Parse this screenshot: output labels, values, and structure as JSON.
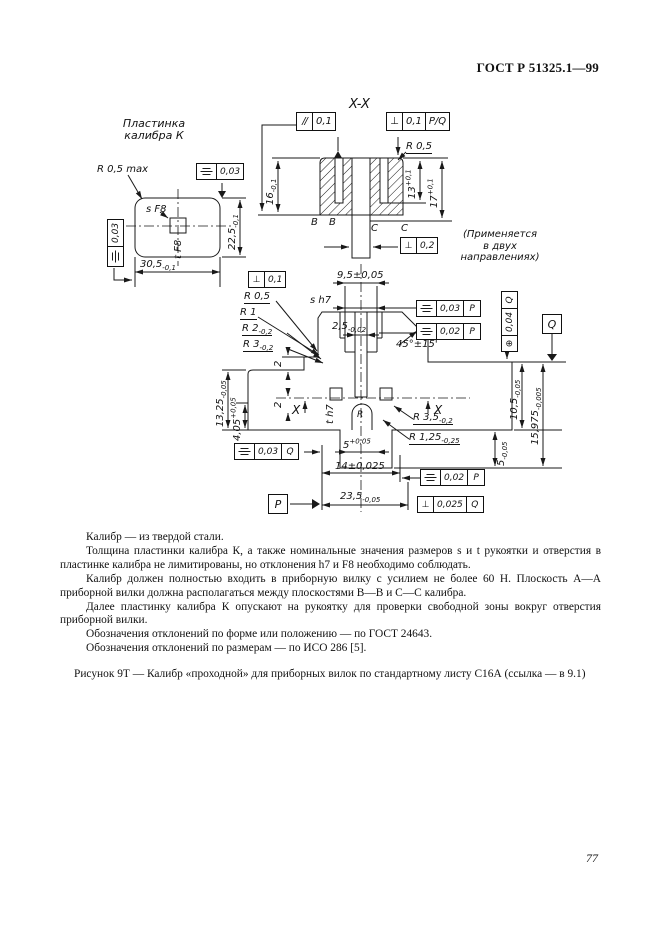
{
  "header": {
    "doc_number": "ГОСТ Р 51325.1—99"
  },
  "drawing": {
    "section_title": "X-X",
    "plate_caption": {
      "line1": "Пластинка",
      "line2": "калибра К"
    },
    "note": {
      "line1": "(Применяется",
      "line2": "в двух",
      "line3": "направлениях)"
    },
    "plane_labels": {
      "b1": "В",
      "b2": "В",
      "c1": "С",
      "c2": "С"
    },
    "section_marks": {
      "left": "X",
      "right": "X"
    },
    "labels": {
      "r05max": "R 0,5 max",
      "r05_section": "R 0,5",
      "sF8": "s F8",
      "tF8": "t F8",
      "sh7": "s h7",
      "th7": "t h7",
      "r05": "R 0,5",
      "r1": "R 1",
      "r_arch": "R",
      "angle45": "45°±15'"
    },
    "dims": {
      "w305": {
        "v": "30,5",
        "t": "-0,1"
      },
      "h225": {
        "v": "22,5",
        "t": "-0,1"
      },
      "h16": {
        "v": "16",
        "t": "-0,1"
      },
      "h13": {
        "v": "13",
        "t": "+0,1"
      },
      "h17": {
        "v": "17",
        "t": "+0,1"
      },
      "w95": {
        "v": "9,5±0,05"
      },
      "w25": {
        "v": "2,5",
        "t": "-0,02"
      },
      "r2": {
        "v": "R 2",
        "t": "-0,2"
      },
      "r3": {
        "v": "R 3",
        "t": "-0,2"
      },
      "h1325": {
        "v": "13,25",
        "t": "-0,05"
      },
      "h405": {
        "v": "4,05",
        "t": "+0,05"
      },
      "s2a": {
        "v": "2"
      },
      "s2b": {
        "v": "2"
      },
      "w5": {
        "v": "5",
        "t": "+0,05"
      },
      "w14": {
        "v": "14±0,025"
      },
      "w235": {
        "v": "23,5",
        "t": "-0,05"
      },
      "r35": {
        "v": "R 3,5",
        "t": "-0,2"
      },
      "r125": {
        "v": "R 1,25",
        "t": "-0,25"
      },
      "h5": {
        "v": "5",
        "t": "-0,05"
      },
      "h105": {
        "v": "10,5",
        "t": "-0,05"
      },
      "h15975": {
        "v": "15,975",
        "t": "-0,005"
      }
    },
    "frames": {
      "par_01": {
        "symbol": "parallelism",
        "value": "0,1",
        "datum": ""
      },
      "perp_01_pq": {
        "symbol": "perpendicularity",
        "value": "0,1",
        "datum": "P/Q"
      },
      "perp_02": {
        "symbol": "perpendicularity",
        "value": "0,2",
        "datum": ""
      },
      "sym_003_top": {
        "symbol": "symmetry",
        "value": "0,03",
        "datum": ""
      },
      "sym_003_left": {
        "symbol": "symmetry",
        "value": "0,03",
        "datum": ""
      },
      "perp_01": {
        "symbol": "perpendicularity",
        "value": "0,1",
        "datum": ""
      },
      "sym_003_p": {
        "symbol": "symmetry",
        "value": "0,03",
        "datum": "P"
      },
      "sym_002_p": {
        "symbol": "symmetry",
        "value": "0,02",
        "datum": "P"
      },
      "pos_004_q": {
        "symbol": "position",
        "value": "0,04",
        "datum": "Q"
      },
      "sym_003_q": {
        "symbol": "symmetry",
        "value": "0,03",
        "datum": "Q"
      },
      "sym_002_p2": {
        "symbol": "symmetry",
        "value": "0,02",
        "datum": "P"
      },
      "perp_0025_q": {
        "symbol": "perpendicularity",
        "value": "0,025",
        "datum": "Q"
      }
    },
    "datums": {
      "p": "P",
      "q": "Q"
    }
  },
  "content": {
    "paragraphs": [
      "Калибр — из твердой стали.",
      "Толщина пластинки калибра К, а также номинальные значения размеров s и t рукоятки и отверстия в пластинке калибра не лимитированы, но отклонения h7 и F8 необходимо соблюдать.",
      "Калибр должен полностью входить в приборную вилку с усилием не более 60 Н. Плоскость А—А приборной вилки должна располагаться между плоскостями В—В и С—С калибра.",
      "Далее пластинку калибра К опускают на рукоятку для проверки свободной зоны вокруг отверстия приборной вилки.",
      "Обозначения отклонений по форме или положению — по ГОСТ 24643.",
      "Обозначения отклонений по размерам — по ИСО 286 [5]."
    ],
    "figure_caption": "Рисунок 9Т — Калибр «проходной» для приборных вилок по стандартному листу С16А  (ссылка — в 9.1)"
  },
  "page_number": "77"
}
